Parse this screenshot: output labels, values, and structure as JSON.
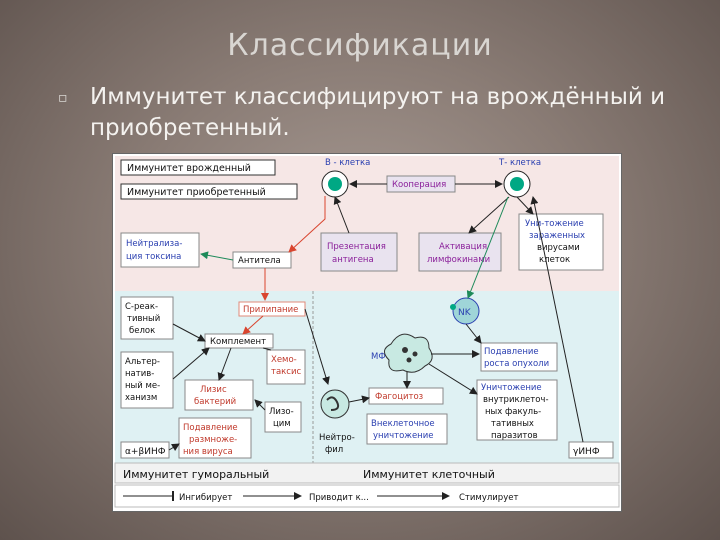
{
  "slide": {
    "title": "Классификации",
    "bullet": "Иммунитет классифицируют на врождённый и приобретенный."
  },
  "diagram": {
    "legend_innate": "Иммунитет врожденный",
    "legend_acquired": "Иммунитет приобретенный",
    "b_cell": "В - клетка",
    "t_cell": "Т- клетка",
    "cooperation": "Кооперация",
    "neutralization": [
      "Нейтрализа-",
      "ция токсина"
    ],
    "antibodies": "Антитела",
    "antigen_presentation": [
      "Презентация",
      "антигена"
    ],
    "lymphokine_activation": [
      "Активация",
      "лимфокинами"
    ],
    "infected_cells_destruction": [
      "Уни-тожение",
      "зараженных",
      "вирусами",
      "клеток"
    ],
    "crp": [
      "С-реак-",
      "тивный",
      "белок"
    ],
    "adhesion": "Прилипание",
    "complement": "Комплемент",
    "chemotaxis": [
      "Хемо-",
      "таксис"
    ],
    "nk": "NK",
    "mf": "МФ",
    "alternative": [
      "Альтер-",
      "натив-",
      "ный ме-",
      "ханизм"
    ],
    "tumor_suppression": [
      "Подавление",
      "роста опухоли"
    ],
    "bacteria_lysis": [
      "Лизис",
      "бактерий"
    ],
    "lysozyme": [
      "Лизо-",
      "цим"
    ],
    "phagocytosis": "Фагоцитоз",
    "intracellular_destruction": [
      "Уничтожение",
      "внутриклеточ-",
      "ных факуль-",
      "тативных",
      "паразитов"
    ],
    "virus_suppression": [
      "Подавление",
      "размноже-",
      "ния вируса"
    ],
    "neutrophil": [
      "Нейтро-",
      "фил"
    ],
    "extracellular_destruction": [
      "Внеклеточное",
      "уничтожение"
    ],
    "ab_ifn": "α+βИНФ",
    "g_ifn": "γИНФ",
    "humoral": "Иммунитет гуморальный",
    "cellular": "Иммунитет клеточный",
    "inhibits": "Ингибирует",
    "leads_to": "Приводит к...",
    "stimulates": "Стимулирует",
    "colors": {
      "innate_fill": "#dff1f3",
      "acquired_fill": "#f6e7e6",
      "blue_text": "#2a3fb0",
      "purple_text": "#8a1f9a",
      "red_text": "#c0392b",
      "green_cell": "#00a884",
      "red_arrow": "#d9452f",
      "green_arrow": "#1e8a5a"
    }
  }
}
